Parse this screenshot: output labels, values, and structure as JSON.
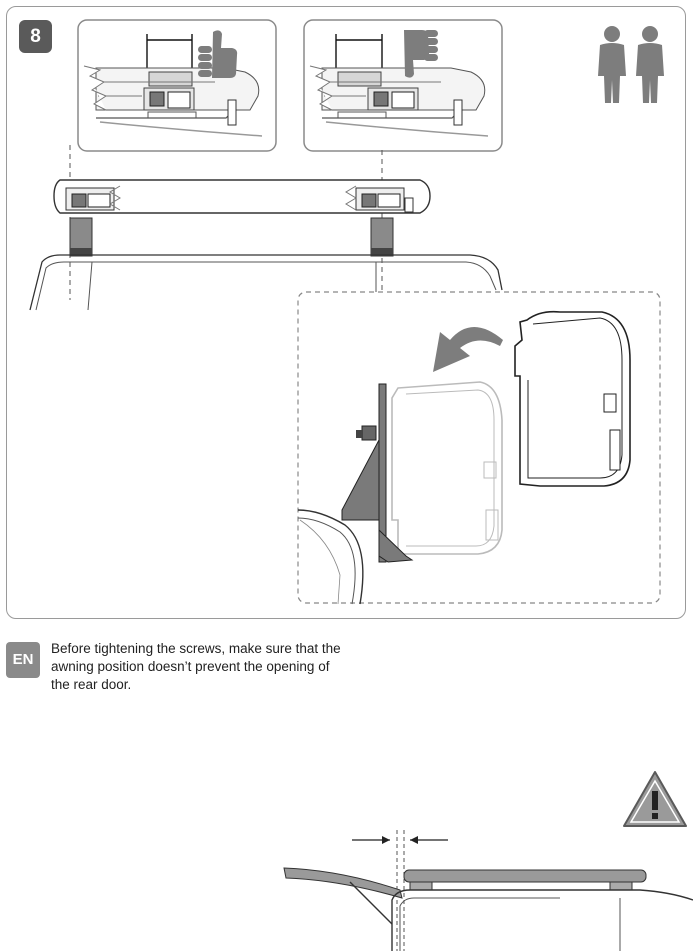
{
  "step": {
    "number": "8"
  },
  "instruction": {
    "language_code": "EN",
    "text": "Before tightening the screws, make sure that the awning position doesn’t prevent the opening of the rear door."
  },
  "icons": [
    "thumbs-up-icon",
    "thumbs-down-icon",
    "two-persons-icon",
    "warning-triangle-icon",
    "rotate-arrow-icon"
  ],
  "colors": {
    "badge_dark": "#5a5a5a",
    "badge_gray": "#8a8a8a",
    "panel_border": "#9a9a9a",
    "icon_gray": "#7d7d7d",
    "warning_fill": "#9a9a9a"
  }
}
